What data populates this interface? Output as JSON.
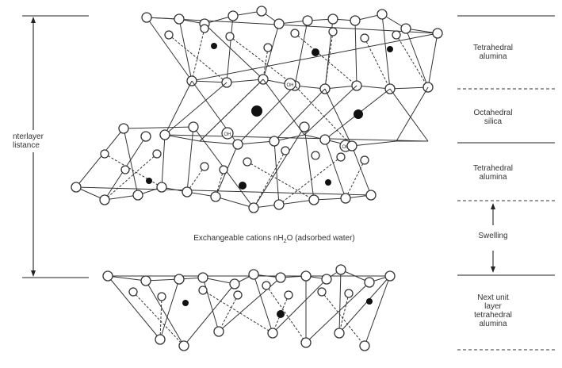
{
  "layers": [
    {
      "label": "Tetrahedral\nalumina"
    },
    {
      "label": "Octahedral\nsilica"
    },
    {
      "label": "Tetrahedral\nalumina"
    },
    {
      "label": "Swelling"
    },
    {
      "label": "Next unit\nlayer\ntetrahedral\nalumina"
    }
  ],
  "interlayer_label": "nterlayer\nlistance",
  "exchange_label": "Exchangeable cations nH",
  "exchange_sub": "2",
  "exchange_suffix": "O (adsorbed water)",
  "hydroxyl_label": "OH"
}
